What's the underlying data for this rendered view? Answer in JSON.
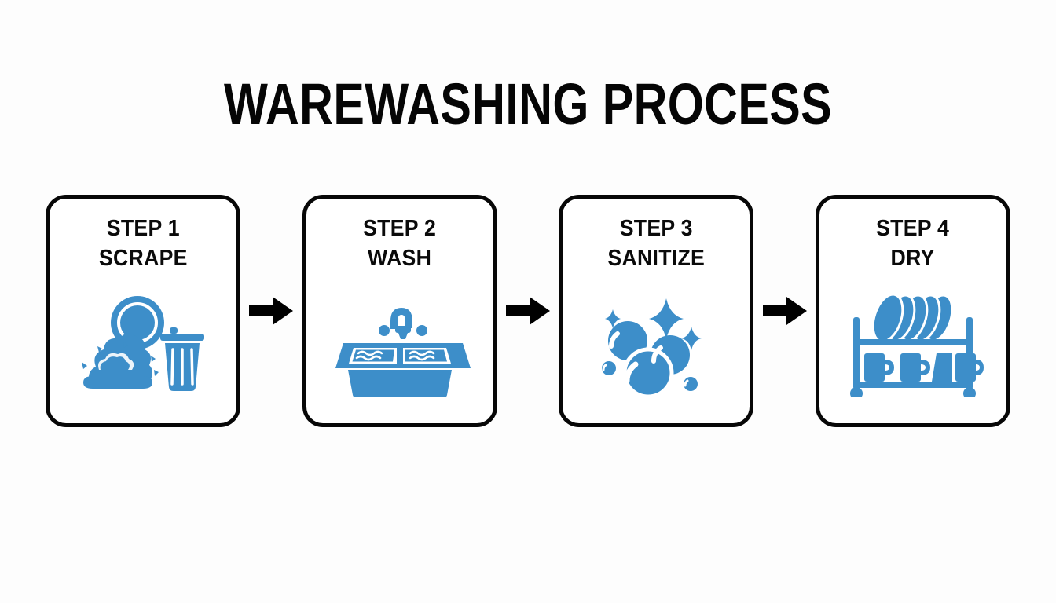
{
  "title": "WAREWASHING PROCESS",
  "colors": {
    "background": "#fdfdfd",
    "border": "#070707",
    "text": "#0a0a0a",
    "icon_blue": "#3d8ec9",
    "arrow": "#000000"
  },
  "diagram": {
    "type": "process-flow",
    "orientation": "horizontal",
    "step_count": 4,
    "connector": "arrow-right",
    "steps": [
      {
        "number_label": "STEP 1",
        "name": "SCRAPE",
        "icon": "plate-food-scraps-trash-icon"
      },
      {
        "number_label": "STEP 2",
        "name": "WASH",
        "icon": "double-sink-faucet-icon"
      },
      {
        "number_label": "STEP 3",
        "name": "SANITIZE",
        "icon": "bubbles-sparkles-icon"
      },
      {
        "number_label": "STEP 4",
        "name": "DRY",
        "icon": "dish-drying-rack-icon"
      }
    ],
    "arrows": [
      {
        "label": "arrow-step1-to-step2"
      },
      {
        "label": "arrow-step2-to-step3"
      },
      {
        "label": "arrow-step3-to-step4"
      }
    ]
  }
}
